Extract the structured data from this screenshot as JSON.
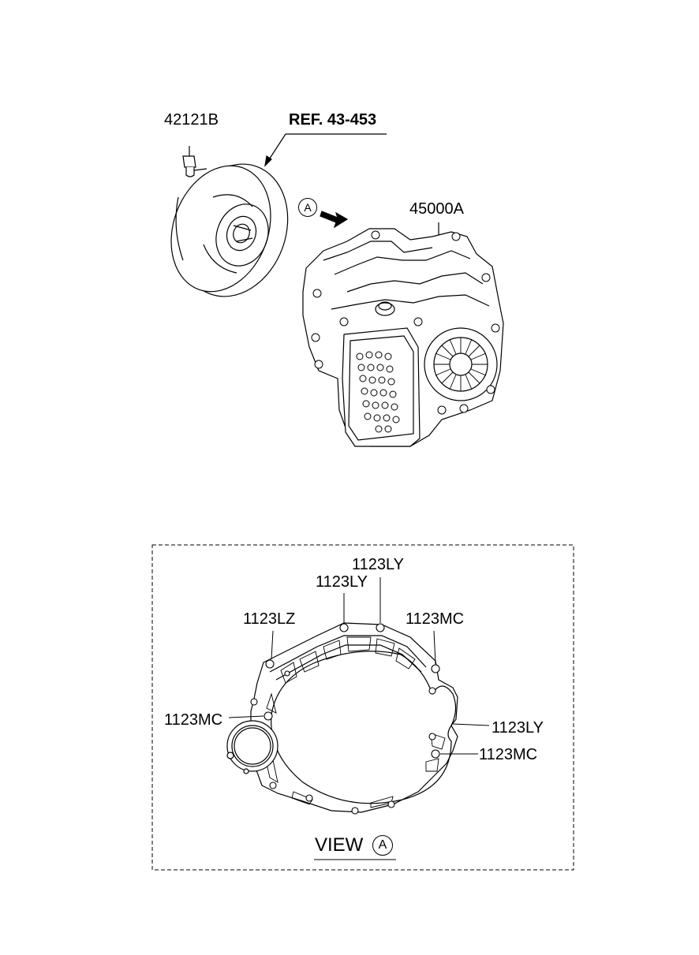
{
  "parts": {
    "bolt": "42121B",
    "reference": "REF. 43-453",
    "transaxle": "45000A"
  },
  "view_marker": "A",
  "detail": {
    "view_label": "VIEW",
    "view_marker": "A",
    "callouts": {
      "ly_top_1": "1123LY",
      "ly_top_2": "1123LY",
      "lz": "1123LZ",
      "mc_top": "1123MC",
      "mc_left": "1123MC",
      "ly_right": "1123LY",
      "mc_right": "1123MC"
    }
  }
}
